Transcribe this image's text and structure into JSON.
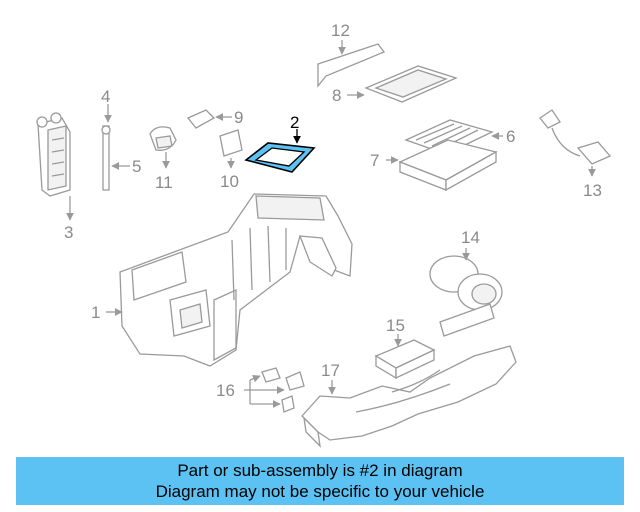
{
  "callouts": {
    "c1": "1",
    "c2": "2",
    "c3": "3",
    "c4": "4",
    "c5": "5",
    "c6": "6",
    "c7": "7",
    "c8": "8",
    "c9": "9",
    "c10": "10",
    "c11": "11",
    "c12": "12",
    "c13": "13",
    "c14": "14",
    "c15": "15",
    "c16": "16",
    "c17": "17"
  },
  "highlight": {
    "part": "2",
    "color": "#5bc2f3"
  },
  "banner": {
    "line1": "Part or sub-assembly is #2 in diagram",
    "line2": "Diagram may not be specific to your vehicle",
    "background": "#5bc2f3"
  }
}
